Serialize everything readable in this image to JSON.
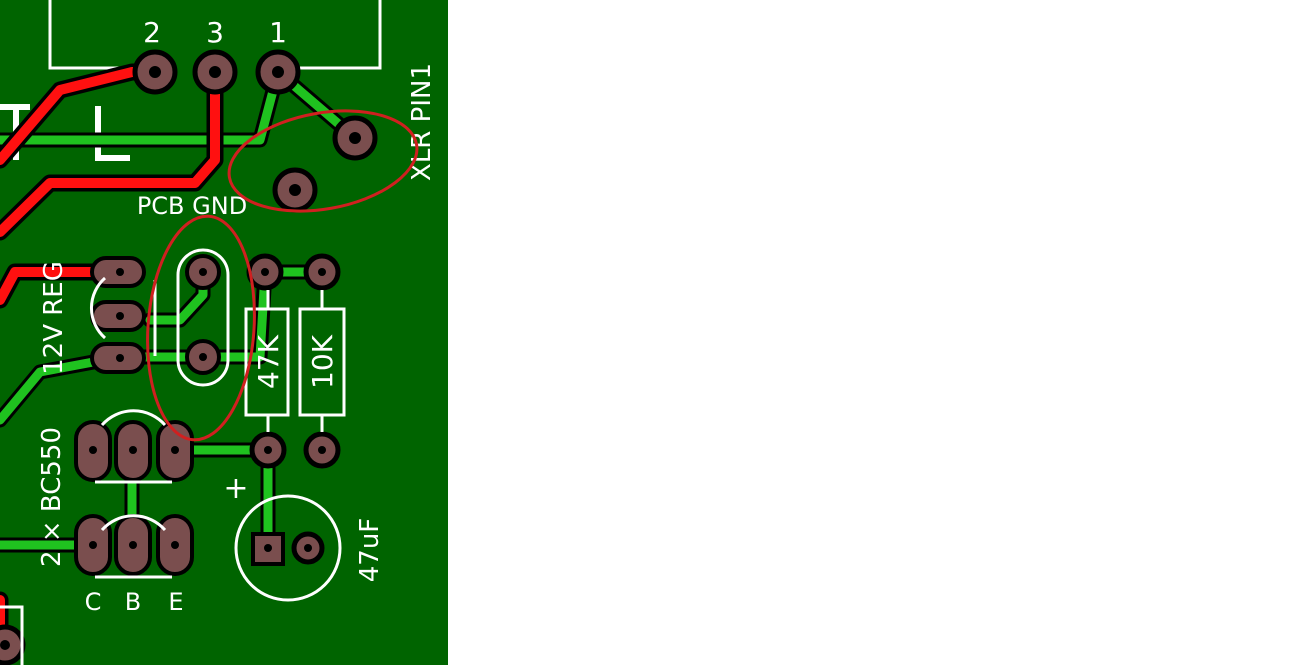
{
  "labels": {
    "pin2": "2",
    "pin3": "3",
    "pin1": "1",
    "xlr_pin1": "XLR PIN1",
    "pcb_gnd": "PCB GND",
    "regulator": "12V REG",
    "r1": "47K",
    "r2": "10K",
    "transistors": "2 × BC550",
    "cap_plus": "+",
    "cap_value": "47uF",
    "pin_c": "C",
    "pin_b": "B",
    "pin_e": "E"
  },
  "colors": {
    "board": "#006400",
    "copper_trace": "#1fc21f",
    "trace_outline": "#000000",
    "power_trace": "#ff0000",
    "pad": "#7a4e4e",
    "silkscreen": "#ffffff",
    "annotation": "#d02020",
    "background": "#ffffff"
  }
}
